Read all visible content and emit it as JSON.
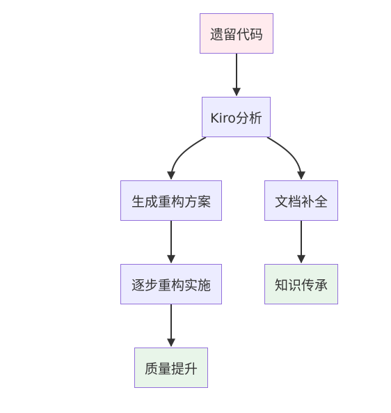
{
  "colors": {
    "start_fill": "#FFEBEE",
    "process_fill": "#ECECFF",
    "result_fill": "#E8F5E9",
    "border": "#9370DB",
    "edge": "#333333"
  },
  "nodes": {
    "legacy_code": "遗留代码",
    "kiro_analysis": "Kiro分析",
    "generate_refactor_plan": "生成重构方案",
    "complete_docs": "文档补全",
    "gradual_refactor": "逐步重构实施",
    "knowledge_transfer": "知识传承",
    "quality_improvement": "质量提升"
  },
  "edges": [
    [
      "legacy_code",
      "kiro_analysis"
    ],
    [
      "kiro_analysis",
      "generate_refactor_plan"
    ],
    [
      "kiro_analysis",
      "complete_docs"
    ],
    [
      "generate_refactor_plan",
      "gradual_refactor"
    ],
    [
      "complete_docs",
      "knowledge_transfer"
    ],
    [
      "gradual_refactor",
      "quality_improvement"
    ]
  ]
}
